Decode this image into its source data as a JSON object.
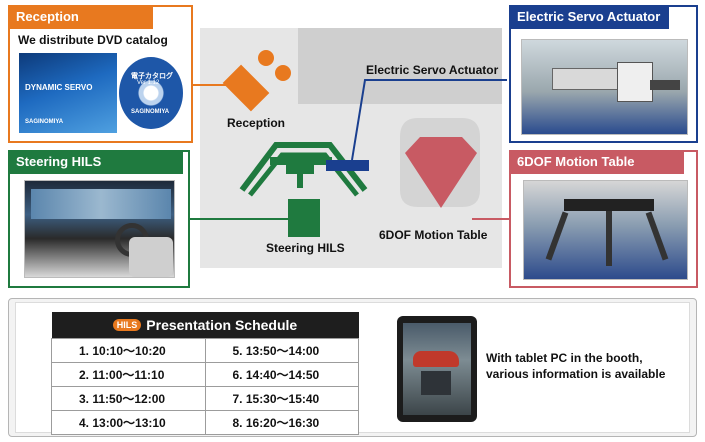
{
  "callouts": {
    "reception": {
      "title": "Reception",
      "subtitle": "We distribute DVD catalog",
      "color": "#e8791f"
    },
    "servo": {
      "title": "Electric Servo Actuator",
      "color": "#1a3f8f"
    },
    "steering": {
      "title": "Steering HILS",
      "color": "#1f7a3f"
    },
    "motion": {
      "title": "6DOF Motion Table",
      "color": "#c85a63"
    }
  },
  "dvd": {
    "brand": "DYNAMIC SERVO",
    "disc_title": "電子カタログ",
    "disc_version": "Ver 1.12",
    "maker": "SAGINOMIYA"
  },
  "floor_plan": {
    "labels": {
      "reception": "Reception",
      "servo": "Electric Servo Actuator",
      "steering": "Steering HILS",
      "motion": "6DOF Motion Table"
    }
  },
  "schedule": {
    "badge": "HILS",
    "title": "Presentation Schedule",
    "rows": [
      [
        "1. 10:10～10:20",
        "5. 13:50～14:00"
      ],
      [
        "2. 11:00～11:10",
        "6. 14:40～14:50"
      ],
      [
        "3. 11:50～12:00",
        "7. 15:30～15:40"
      ],
      [
        "4. 13:00～13:10",
        "8. 16:20～16:30"
      ]
    ]
  },
  "tablet": {
    "line1": "With tablet PC in the booth,",
    "line2": "various information is available"
  }
}
